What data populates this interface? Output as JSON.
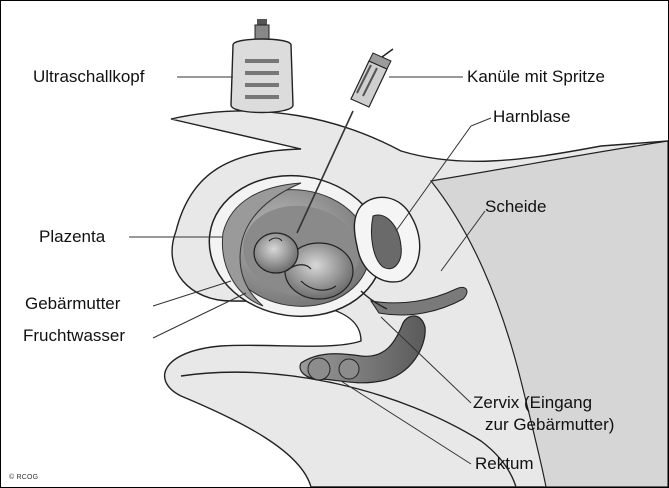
{
  "labels": {
    "ultraschallkopf": "Ultraschallkopf",
    "kanuele": "Kanüle mit Spritze",
    "harnblase": "Harnblase",
    "scheide": "Scheide",
    "plazenta": "Plazenta",
    "gebaermutter": "Gebärmutter",
    "fruchtwasser": "Fruchtwasser",
    "zervix_line1": "Zervix (Eingang",
    "zervix_line2": "zur Gebärmutter)",
    "rektum": "Rektum"
  },
  "copyright": "© RCOG"
}
